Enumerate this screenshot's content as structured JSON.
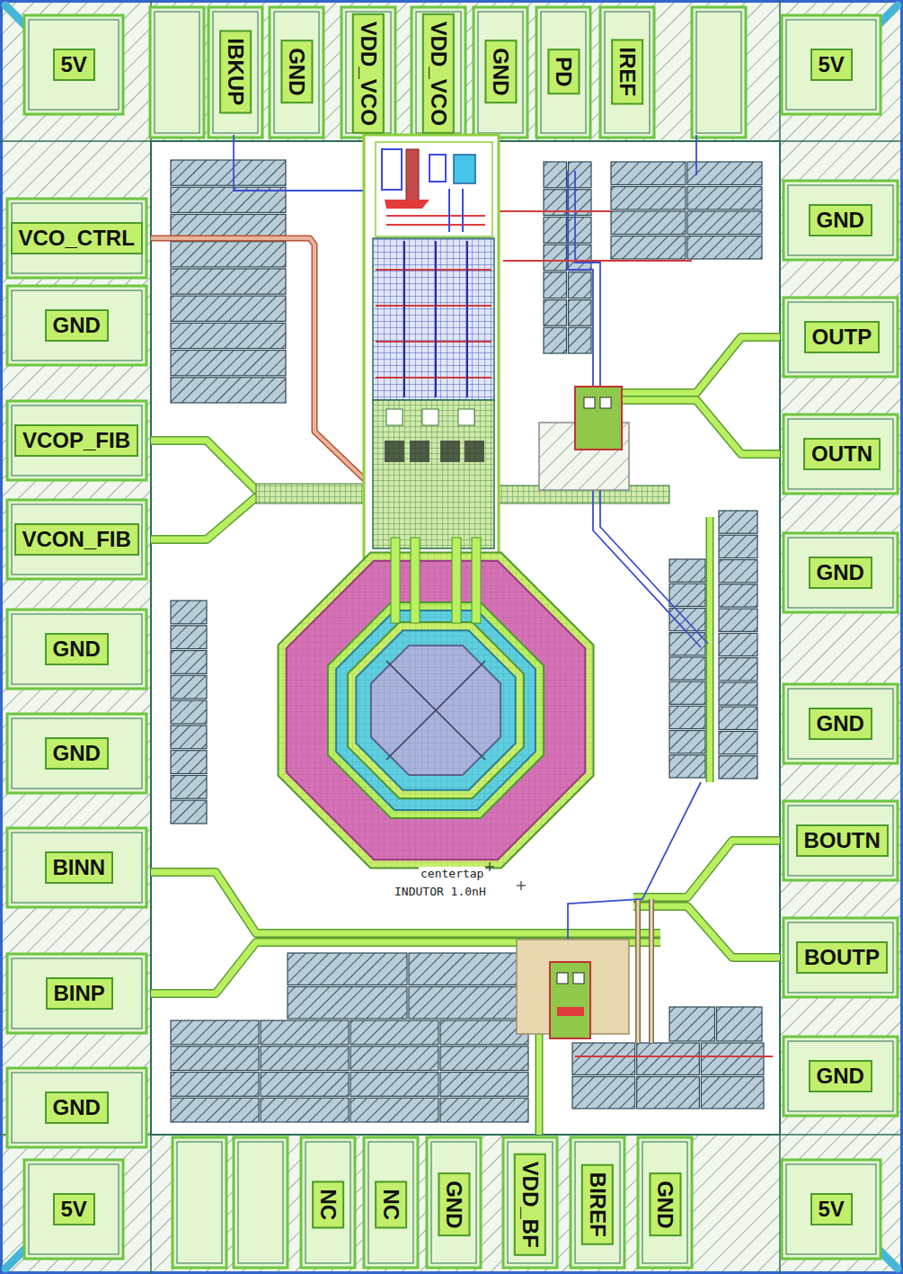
{
  "diagram": {
    "nodes": [
      {
        "text": [
          "5V"
        ]
      },
      {
        "text": [
          "IBKUP"
        ]
      },
      {
        "text": [
          "GND"
        ]
      },
      {
        "text": [
          "VDD_VCO"
        ]
      },
      {
        "text": [
          "VDD_VCO"
        ]
      },
      {
        "text": [
          "GND"
        ]
      },
      {
        "text": [
          "PD"
        ]
      },
      {
        "text": [
          "IREF"
        ]
      },
      {
        "text": [
          "5V"
        ]
      },
      {
        "text": [
          "VCO_CTRL"
        ]
      },
      {
        "text": [
          "GND"
        ]
      },
      {
        "text": [
          "VCOP_FIB"
        ]
      },
      {
        "text": [
          "VCON_FIB"
        ]
      },
      {
        "text": [
          "GND"
        ]
      },
      {
        "text": [
          "GND"
        ]
      },
      {
        "text": [
          "BINN"
        ]
      },
      {
        "text": [
          "BINP"
        ]
      },
      {
        "text": [
          "GND"
        ]
      },
      {
        "text": [
          "GND"
        ]
      },
      {
        "text": [
          "OUTP"
        ]
      },
      {
        "text": [
          "OUTN"
        ]
      },
      {
        "text": [
          "GND"
        ]
      },
      {
        "text": [
          "GND"
        ]
      },
      {
        "text": [
          "BOUTN"
        ]
      },
      {
        "text": [
          "BOUTP"
        ]
      },
      {
        "text": [
          "GND"
        ]
      },
      {
        "text": [
          "5V"
        ]
      },
      {
        "text": [
          "NC"
        ]
      },
      {
        "text": [
          "NC"
        ]
      },
      {
        "text": [
          "GND"
        ]
      },
      {
        "text": [
          "VDD_BF"
        ]
      },
      {
        "text": [
          "BIREF"
        ]
      },
      {
        "text": [
          "GND"
        ]
      },
      {
        "text": [
          "5V"
        ]
      }
    ],
    "labels": [
      "centertap",
      "INDUTOR 1.0nH"
    ]
  }
}
